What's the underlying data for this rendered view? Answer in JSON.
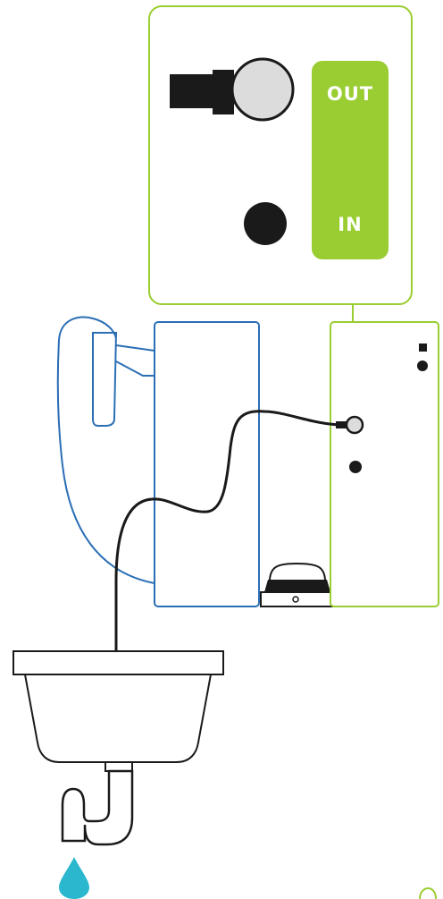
{
  "labels": {
    "out": "OUT",
    "in": "IN"
  },
  "colors": {
    "green": "#9ACD32",
    "blue": "#2B6EB5",
    "black": "#1A1A1A",
    "water": "#2BB8CE",
    "knob": "#DCDCDC",
    "pipe": "#FFFFFF"
  },
  "icons": [
    "zoom-callout",
    "out-port",
    "in-port",
    "drain-hose",
    "water-drop",
    "sink",
    "faucet",
    "appliance-unit",
    "control-panel",
    "hose-connector"
  ]
}
